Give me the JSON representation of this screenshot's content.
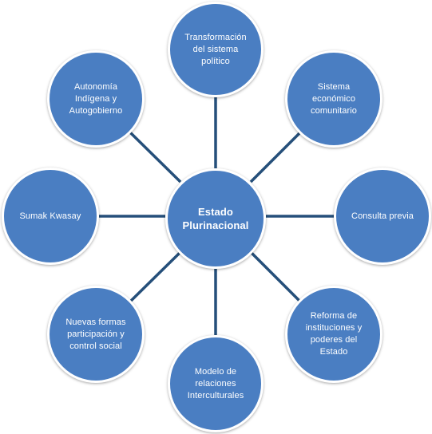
{
  "diagram": {
    "center": "Estado\nPlurinacional",
    "nodes": {
      "top": "Transformación\ndel sistema\npolítico",
      "ne": "Sistema\neconómico\ncomunitario",
      "e": "Consulta previa",
      "se": "Reforma de\ninstituciones y\npoderes del\nEstado",
      "bottom": "Modelo de\nrelaciones\nInterculturales",
      "sw": "Nuevas formas\nparticipación y\ncontrol social",
      "w": "Sumak Kwasay",
      "nw": "Autonomía\nIndígena y\nAutogobierno"
    },
    "colors": {
      "node_fill": "#4a7ec2",
      "connector": "#254f7a",
      "text": "#ffffff"
    }
  }
}
